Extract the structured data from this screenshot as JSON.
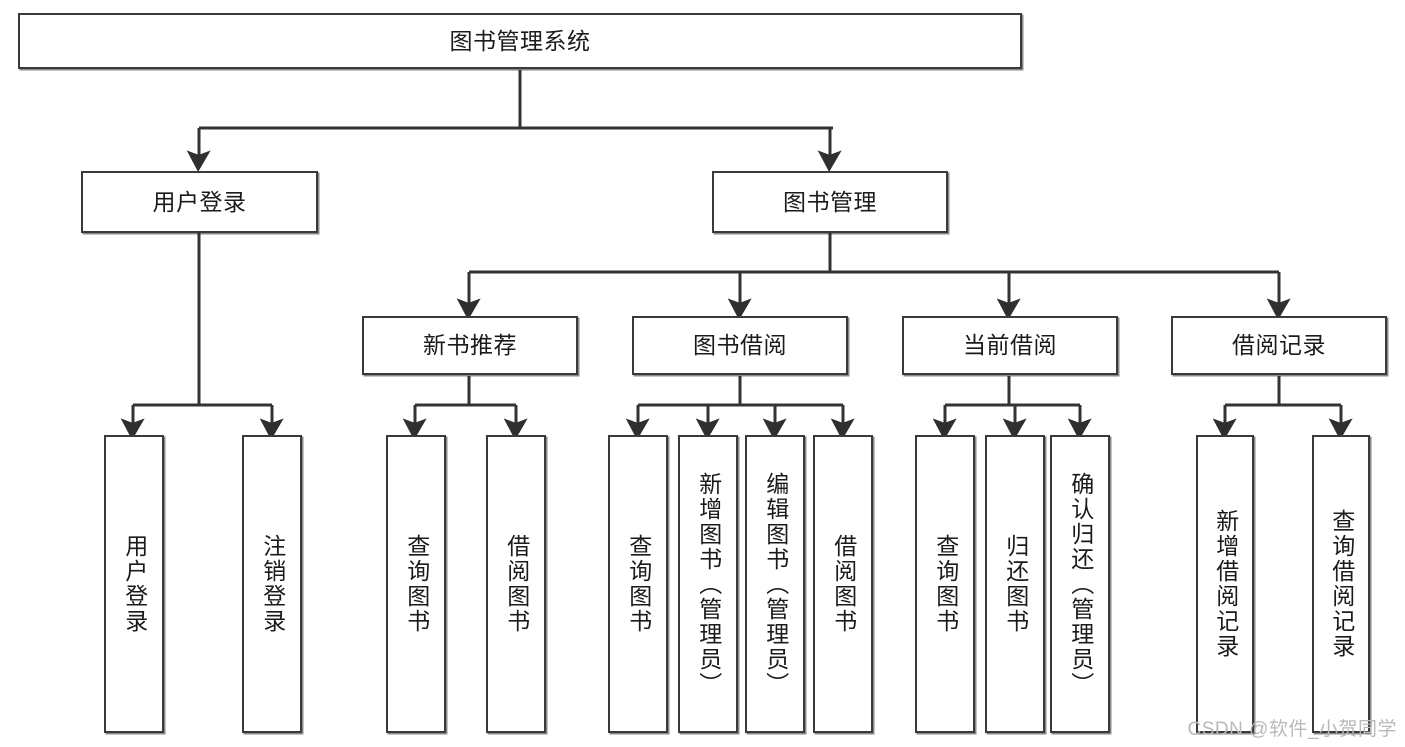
{
  "diagram": {
    "title": "图书管理系统",
    "watermark": "CSDN @软件_小贺同学",
    "colors": {
      "box_border": "#3a3a3a",
      "box_fill": "#ffffff",
      "edge": "#333333",
      "text": "#1b1b1b",
      "watermark": "#b9b9b9"
    },
    "levels": {
      "root": [
        "图书管理系统"
      ],
      "level2": [
        "用户登录",
        "图书管理"
      ],
      "level3": [
        "新书推荐",
        "图书借阅",
        "当前借阅",
        "借阅记录"
      ],
      "leaves": [
        "用户登录",
        "注销登录",
        "查询图书",
        "借阅图书",
        "查询图书",
        "新增图书（管理员）",
        "编辑图书（管理员）",
        "借阅图书",
        "查询图书",
        "归还图书",
        "确认归还（管理员）",
        "新增借阅记录",
        "查询借阅记录"
      ]
    },
    "nodes": {
      "root": {
        "label": "图书管理系统"
      },
      "user_login": {
        "label": "用户登录"
      },
      "book_manage": {
        "label": "图书管理"
      },
      "new_book_rec": {
        "label": "新书推荐"
      },
      "book_borrow": {
        "label": "图书借阅"
      },
      "current_borrow": {
        "label": "当前借阅"
      },
      "borrow_record": {
        "label": "借阅记录"
      },
      "leaf_user_login": {
        "label": "用户登录"
      },
      "leaf_logout": {
        "label": "注销登录"
      },
      "leaf_query_book_1": {
        "label": "查询图书"
      },
      "leaf_borrow_book_1": {
        "label": "借阅图书"
      },
      "leaf_query_book_2": {
        "label": "查询图书"
      },
      "leaf_add_book": {
        "label": "新增图书（管理员）"
      },
      "leaf_edit_book": {
        "label": "编辑图书（管理员）"
      },
      "leaf_borrow_book_2": {
        "label": "借阅图书"
      },
      "leaf_query_book_3": {
        "label": "查询图书"
      },
      "leaf_return_book": {
        "label": "归还图书"
      },
      "leaf_confirm_return": {
        "label": "确认归还（管理员）"
      },
      "leaf_add_record": {
        "label": "新增借阅记录"
      },
      "leaf_query_record": {
        "label": "查询借阅记录"
      }
    }
  }
}
